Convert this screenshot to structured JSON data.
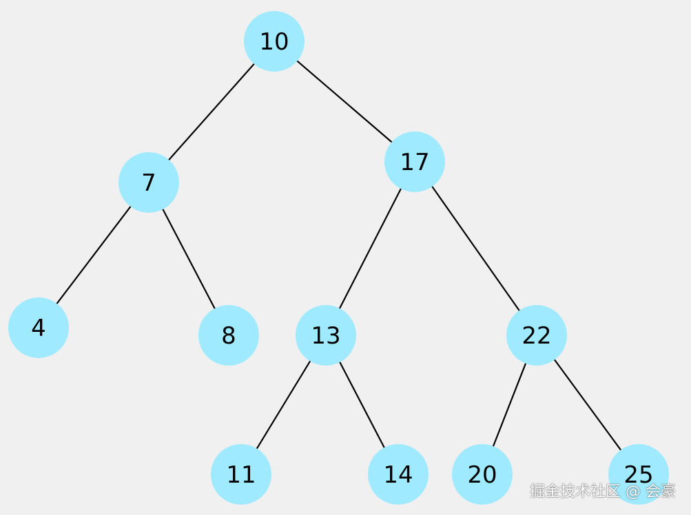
{
  "diagram": {
    "type": "binary-tree",
    "node_color": "#9feaff",
    "edge_color": "#000000",
    "background_color": "#f0f0f0",
    "nodes": [
      {
        "id": "n10",
        "label": "10"
      },
      {
        "id": "n7",
        "label": "7"
      },
      {
        "id": "n17",
        "label": "17"
      },
      {
        "id": "n4",
        "label": "4"
      },
      {
        "id": "n8",
        "label": "8"
      },
      {
        "id": "n13",
        "label": "13"
      },
      {
        "id": "n22",
        "label": "22"
      },
      {
        "id": "n11",
        "label": "11"
      },
      {
        "id": "n14",
        "label": "14"
      },
      {
        "id": "n20",
        "label": "20"
      },
      {
        "id": "n25",
        "label": "25"
      }
    ],
    "edges": [
      {
        "from": "n10",
        "to": "n7"
      },
      {
        "from": "n10",
        "to": "n17"
      },
      {
        "from": "n7",
        "to": "n4"
      },
      {
        "from": "n7",
        "to": "n8"
      },
      {
        "from": "n17",
        "to": "n13"
      },
      {
        "from": "n17",
        "to": "n22"
      },
      {
        "from": "n13",
        "to": "n11"
      },
      {
        "from": "n13",
        "to": "n14"
      },
      {
        "from": "n22",
        "to": "n20"
      },
      {
        "from": "n22",
        "to": "n25"
      }
    ]
  },
  "watermark": {
    "text": "掘金技术社区 @ 会豪"
  }
}
